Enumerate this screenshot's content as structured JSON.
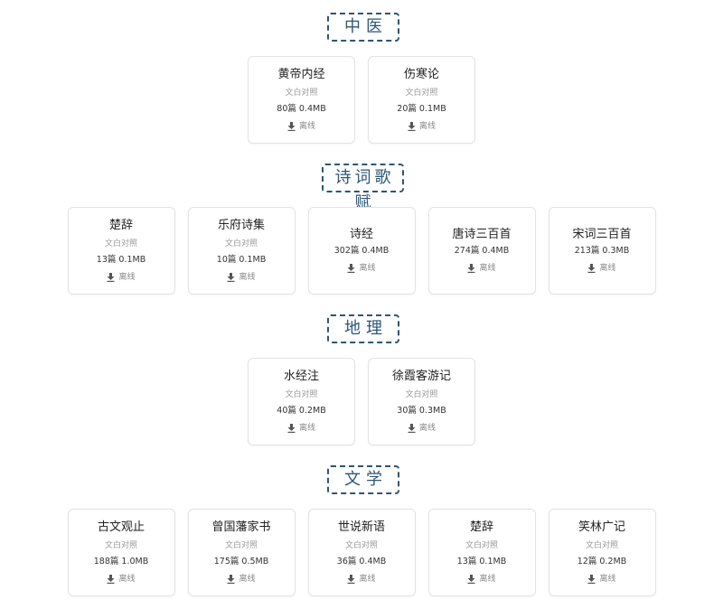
{
  "categories": [
    {
      "title": "中医",
      "books": [
        {
          "title": "黄帝内经",
          "subtitle": "文白对照",
          "meta": "80篇 0.4MB",
          "action": "离线"
        },
        {
          "title": "伤寒论",
          "subtitle": "文白对照",
          "meta": "20篇 0.1MB",
          "action": "离线"
        }
      ]
    },
    {
      "title": "诗词歌赋",
      "books": [
        {
          "title": "楚辞",
          "subtitle": "文白对照",
          "meta": "13篇 0.1MB",
          "action": "离线"
        },
        {
          "title": "乐府诗集",
          "subtitle": "文白对照",
          "meta": "10篇 0.1MB",
          "action": "离线"
        },
        {
          "title": "诗经",
          "subtitle": null,
          "meta": "302篇 0.4MB",
          "action": "离线"
        },
        {
          "title": "唐诗三百首",
          "subtitle": null,
          "meta": "274篇 0.4MB",
          "action": "离线"
        },
        {
          "title": "宋词三百首",
          "subtitle": null,
          "meta": "213篇 0.3MB",
          "action": "离线"
        }
      ]
    },
    {
      "title": "地理",
      "books": [
        {
          "title": "水经注",
          "subtitle": "文白对照",
          "meta": "40篇 0.2MB",
          "action": "离线"
        },
        {
          "title": "徐霞客游记",
          "subtitle": "文白对照",
          "meta": "30篇 0.3MB",
          "action": "离线"
        }
      ]
    },
    {
      "title": "文学",
      "books": [
        {
          "title": "古文观止",
          "subtitle": "文白对照",
          "meta": "188篇 1.0MB",
          "action": "离线"
        },
        {
          "title": "曾国藩家书",
          "subtitle": "文白对照",
          "meta": "175篇 0.5MB",
          "action": "离线"
        },
        {
          "title": "世说新语",
          "subtitle": "文白对照",
          "meta": "36篇 0.4MB",
          "action": "离线"
        },
        {
          "title": "楚辞",
          "subtitle": "文白对照",
          "meta": "13篇 0.1MB",
          "action": "离线"
        },
        {
          "title": "笑林广记",
          "subtitle": "文白对照",
          "meta": "12篇 0.2MB",
          "action": "离线"
        }
      ]
    }
  ],
  "icons": {
    "download": "download-icon"
  },
  "colors": {
    "header_accent": "#2e5575",
    "card_border": "#e3e3e3",
    "title_text": "#222222",
    "subtitle_text": "#999999"
  }
}
